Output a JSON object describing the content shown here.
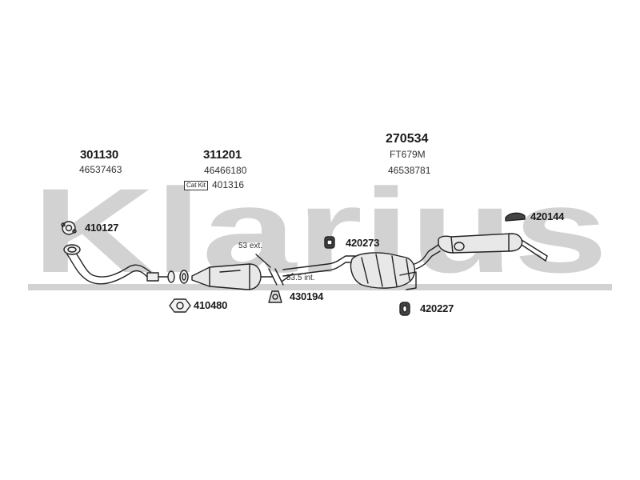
{
  "watermark": {
    "text": "Klarius",
    "color": "#d2d2d2"
  },
  "groups": [
    {
      "part_number": "301130",
      "oem_number": "46537463"
    },
    {
      "part_number": "311201",
      "oem_number": "46466180",
      "badge": "Cat Kit",
      "kit_number": "401316"
    },
    {
      "part_number": "270534",
      "model_code": "FT679M",
      "oem_number": "46538781"
    }
  ],
  "fittings": [
    {
      "part_number": "410127",
      "icon": "gasket-icon"
    },
    {
      "part_number": "410480",
      "icon": "gasket-icon"
    },
    {
      "part_number": "430194",
      "icon": "clamp-icon"
    },
    {
      "part_number": "420273",
      "icon": "rubber-mount-icon"
    },
    {
      "part_number": "420144",
      "icon": "rubber-hanger-icon"
    },
    {
      "part_number": "420227",
      "icon": "rubber-ring-icon"
    }
  ],
  "notes": {
    "ext": "53 ext.",
    "int": "53.5 int."
  },
  "colors": {
    "line": "#222222",
    "part_fill": "#e8e8e8",
    "text": "#1a1a1a"
  }
}
